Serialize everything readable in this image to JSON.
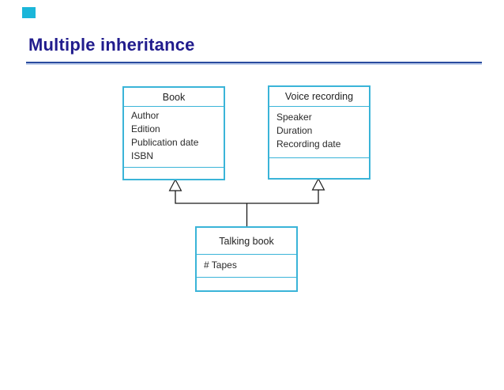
{
  "slide": {
    "title": "Multiple inheritance"
  },
  "colors": {
    "title_text": "#211c8d",
    "title_underline": "#2a4b9e",
    "accent_square": "#1bb6d9",
    "class_box_border": "#3ab4d8",
    "body_text": "#2a2a2a",
    "connector_line": "#1a1a1a"
  },
  "diagram": {
    "type": "uml-class-diagram",
    "classes": [
      {
        "name": "Book",
        "attributes": [
          "Author",
          "Edition",
          "Publication date",
          "ISBN"
        ],
        "operations": []
      },
      {
        "name": "Voice recording",
        "attributes": [
          "Speaker",
          "Duration",
          "Recording date"
        ],
        "operations": []
      },
      {
        "name": "Talking book",
        "attributes": [
          "# Tapes"
        ],
        "operations": []
      }
    ],
    "relationships": [
      {
        "type": "generalization",
        "from": "Talking book",
        "to": "Book"
      },
      {
        "type": "generalization",
        "from": "Talking book",
        "to": "Voice recording"
      }
    ]
  }
}
